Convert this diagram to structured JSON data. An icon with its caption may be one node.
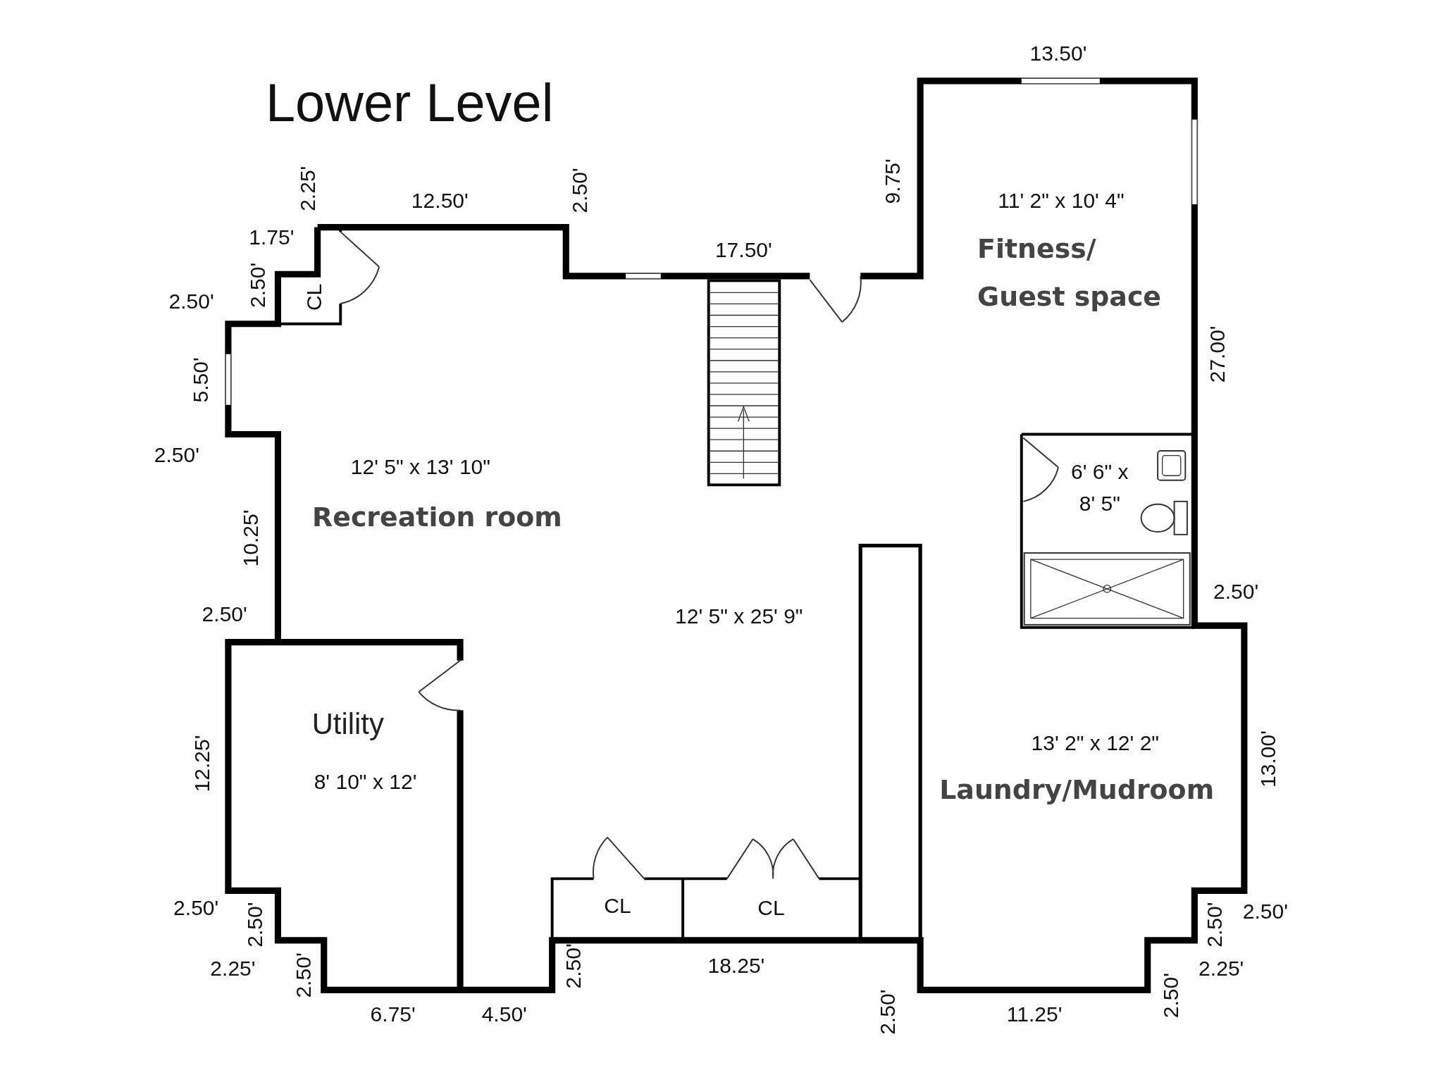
{
  "diagram": {
    "title": "Lower Level",
    "nodes": [
      {
        "text": [
          "CL"
        ]
      },
      {
        "text": [
          "6' 6\" x 8' 5\""
        ]
      },
      {
        "text": [
          "Utility",
          "8' 10\" x 12'"
        ]
      },
      {
        "text": [
          "CL"
        ]
      },
      {
        "text": [
          "CL"
        ]
      }
    ],
    "labels": [
      "13.50'",
      "2.25'",
      "12.50'",
      "2.50'",
      "9.75'",
      "11' 2\" x 10' 4\"",
      "1.75'",
      "17.50'",
      "Fitness/ Guest space",
      "2.50'",
      "2.50'",
      "5.50'",
      "27.00'",
      "2.50'",
      "12' 5\" x 13' 10\"",
      "Recreation room",
      "10.25'",
      "2.50'",
      "2.50'",
      "12' 5\" x 25' 9\"",
      "13' 2\" x 12' 2\"",
      "12.25'",
      "13.00'",
      "Laundry/Mudroom",
      "2.50'",
      "2.50'",
      "2.50'",
      "2.50'",
      "2.25'",
      "2.50'",
      "2.50'",
      "18.25'",
      "2.25'",
      "2.50'",
      "6.75'",
      "4.50'",
      "2.50'",
      "11.25'"
    ]
  }
}
